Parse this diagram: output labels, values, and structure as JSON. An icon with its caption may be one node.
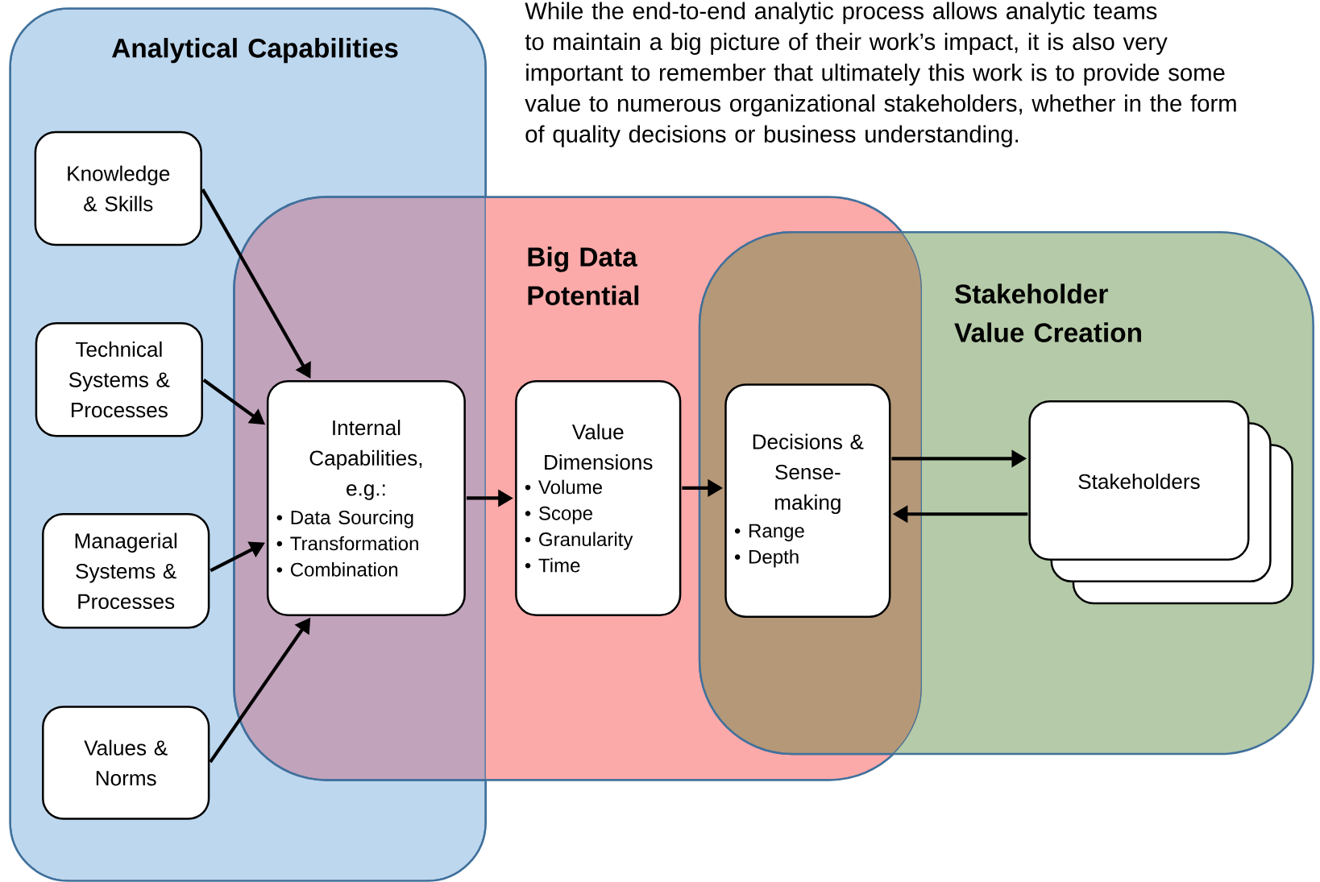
{
  "diagram": {
    "nodes": [
      {
        "text": [
          "Analytical Capabilities"
        ]
      },
      {
        "text": [
          "Knowledge & Skills"
        ],
        "in": 0
      },
      {
        "text": [
          "Technical Systems & Processes"
        ],
        "in": 0
      },
      {
        "text": [
          "Managerial Systems & Processes"
        ],
        "in": 0
      },
      {
        "text": [
          "Values & Norms"
        ],
        "in": 0
      },
      {
        "text": [
          "Big Data Potential"
        ]
      },
      {
        "text": [
          "Internal Capabilities, e.g.:",
          "• Data Sourcing",
          "• Transformation",
          "• Combination"
        ]
      },
      {
        "text": [
          "Value Dimensions",
          "• Volume",
          "• Scope",
          "• Granularity",
          "• Time"
        ],
        "in": 5
      },
      {
        "text": [
          "Stakeholder Value Creation"
        ]
      },
      {
        "text": [
          "Decisions & Sense-making",
          "• Range",
          "• Depth"
        ]
      },
      {
        "text": [
          "Stakeholders"
        ],
        "in": 8
      }
    ],
    "edges": [
      {
        "from": 1,
        "to": 6,
        "arrow": "to"
      },
      {
        "from": 2,
        "to": 6,
        "arrow": "to"
      },
      {
        "from": 3,
        "to": 6,
        "arrow": "to"
      },
      {
        "from": 4,
        "to": 6,
        "arrow": "to"
      },
      {
        "from": 6,
        "to": 7,
        "arrow": "to"
      },
      {
        "from": 7,
        "to": 9,
        "arrow": "to"
      },
      {
        "from": 9,
        "to": 10,
        "arrow": "to"
      },
      {
        "from": 10,
        "to": 9,
        "arrow": "to"
      }
    ],
    "labels": [
      "While the end-to-end analytic process allows analytic teams to maintain a big picture of their work’s impact, it is also very important to remember that ultimately this work is to provide some value to numerous organizational stakeholders, whether in the form of quality decisions or business understanding."
    ]
  }
}
